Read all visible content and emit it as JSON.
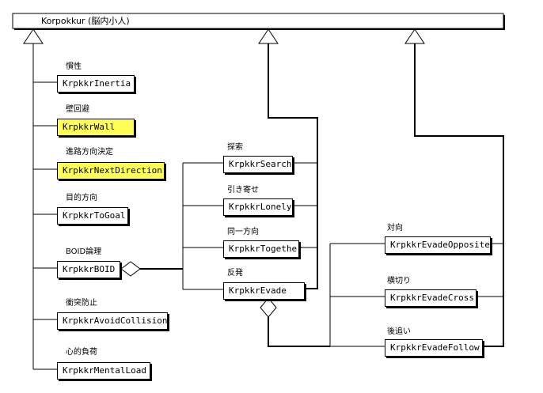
{
  "root": {
    "name": "Korpokkur (脳内小人)"
  },
  "left_classes": [
    {
      "id": "inertia",
      "label": "慣性",
      "name": "KrpkkrInertia",
      "highlight": false
    },
    {
      "id": "wall",
      "label": "壁回避",
      "name": "KrpkkrWall",
      "highlight": true
    },
    {
      "id": "nextdir",
      "label": "進路方向決定",
      "name": "KrpkkrNextDirection",
      "highlight": true
    },
    {
      "id": "togoal",
      "label": "目的方向",
      "name": "KrpkkrToGoal",
      "highlight": false
    },
    {
      "id": "boid",
      "label": "BOID論理",
      "name": "KrpkkrBOID",
      "highlight": false
    },
    {
      "id": "avoid",
      "label": "衝突防止",
      "name": "KrpkkrAvoidCollision",
      "highlight": false
    },
    {
      "id": "mental",
      "label": "心的負荷",
      "name": "KrpkkrMentalLoad",
      "highlight": false
    }
  ],
  "boid_parts": [
    {
      "id": "search",
      "label": "探索",
      "name": "KrpkkrSearch"
    },
    {
      "id": "lonely",
      "label": "引き寄せ",
      "name": "KrpkkrLonely"
    },
    {
      "id": "together",
      "label": "同一方向",
      "name": "KrpkkrTogether"
    },
    {
      "id": "evade",
      "label": "反発",
      "name": "KrpkkrEvade"
    }
  ],
  "evade_parts": [
    {
      "id": "opposite",
      "label": "対向",
      "name": "KrpkkrEvadeOpposite"
    },
    {
      "id": "cross",
      "label": "横切り",
      "name": "KrpkkrEvadeCross"
    },
    {
      "id": "follow",
      "label": "後追い",
      "name": "KrpkkrEvadeFollow"
    }
  ],
  "colors": {
    "highlight": "#ffff55",
    "line": "#000000",
    "background": "#ffffff"
  }
}
